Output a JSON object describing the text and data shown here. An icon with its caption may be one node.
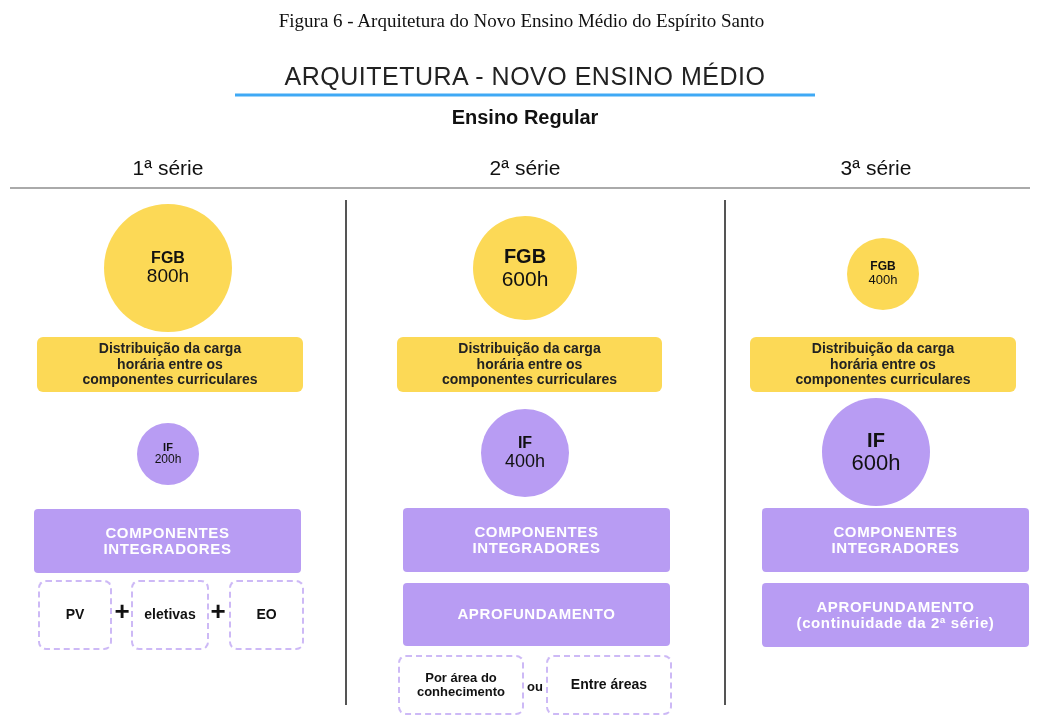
{
  "diagram": {
    "title": "ARQUITETURA - NOVO ENSINO MÉDIO",
    "caption": "Figura 6 - Arquitetura do Novo Ensino Médio do Espírito Santo",
    "nodes": [
      {
        "text": [
          "FGB",
          "800h"
        ]
      },
      {
        "text": [
          "Distribuição da carga horária entre os componentes curriculares"
        ]
      },
      {
        "text": [
          "IF",
          "200h"
        ]
      },
      {
        "text": [
          "COMPONENTES INTEGRADORES"
        ]
      },
      {
        "text": [
          "PV"
        ]
      },
      {
        "text": [
          "eletivas"
        ]
      },
      {
        "text": [
          "EO"
        ]
      },
      {
        "text": [
          "FGB",
          "600h"
        ]
      },
      {
        "text": [
          "Distribuição da carga horária entre os componentes curriculares"
        ]
      },
      {
        "text": [
          "IF",
          "400h"
        ]
      },
      {
        "text": [
          "COMPONENTES INTEGRADORES"
        ]
      },
      {
        "text": [
          "APROFUNDAMENTO"
        ]
      },
      {
        "text": [
          "Por área do conhecimento"
        ]
      },
      {
        "text": [
          "Entre áreas"
        ]
      },
      {
        "text": [
          "FGB",
          "400h"
        ]
      },
      {
        "text": [
          "Distribuição da carga horária entre os componentes curriculares"
        ]
      },
      {
        "text": [
          "IF",
          "600h"
        ]
      },
      {
        "text": [
          "COMPONENTES INTEGRADORES"
        ]
      },
      {
        "text": [
          "APROFUNDAMENTO",
          "(continuidade da 2ª série)"
        ]
      }
    ],
    "labels": [
      "Ensino Regular",
      "1ª série",
      "2ª série",
      "3ª série",
      "+",
      "+",
      "ou"
    ]
  }
}
